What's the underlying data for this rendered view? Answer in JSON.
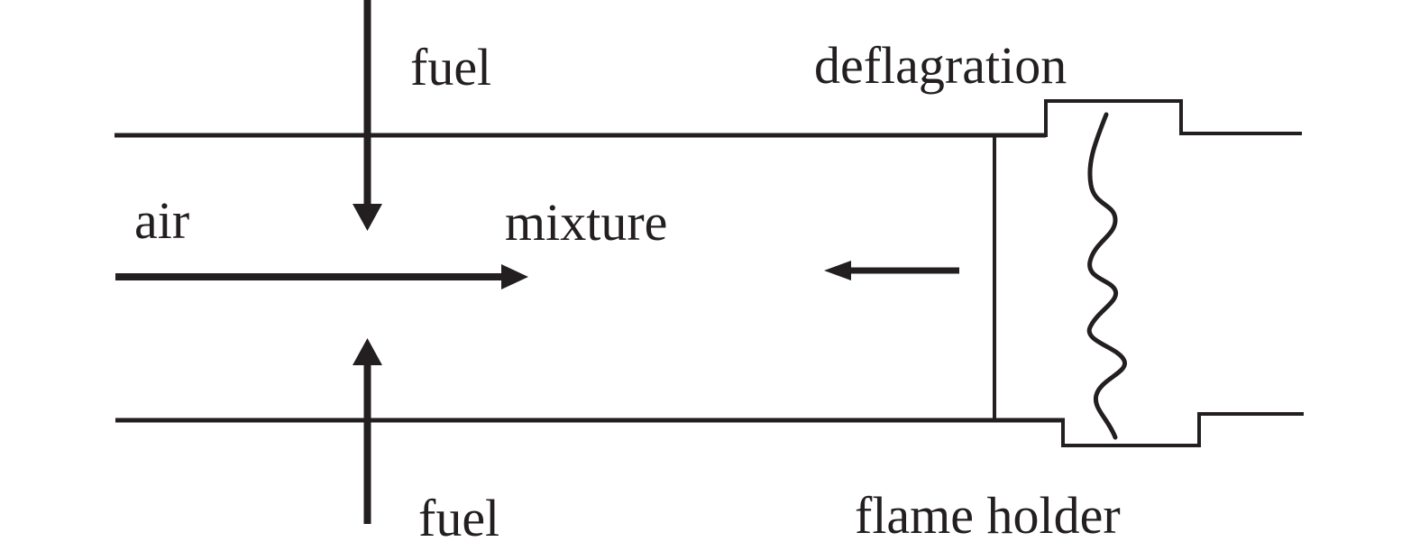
{
  "diagram": {
    "background_color": "#ffffff",
    "line_color": "#231f20",
    "labels": {
      "fuel_top": "fuel",
      "deflagration": "deflagration",
      "air": "air",
      "mixture": "mixture",
      "fuel_bottom": "fuel",
      "flame_holder": "flame holder"
    },
    "icons": {
      "fuel_top_arrow": "arrow-down",
      "fuel_bottom_arrow": "arrow-up",
      "air_arrow": "arrow-right",
      "deflagration_arrow": "arrow-left",
      "flame": "wavy-vertical-line"
    }
  }
}
